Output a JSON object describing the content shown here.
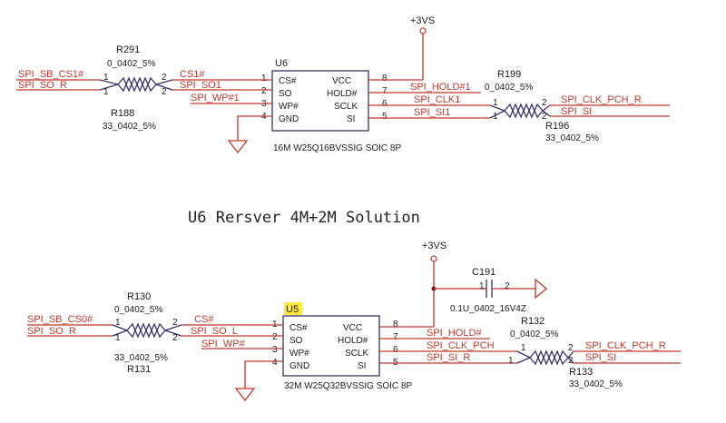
{
  "power_label": "+3VS",
  "top": {
    "chip_ref": "U6",
    "chip_part": "16M W25Q16BVSSIG SOIC 8P",
    "left_pins": [
      {
        "num": "1",
        "name": "CS#"
      },
      {
        "num": "2",
        "name": "SO"
      },
      {
        "num": "3",
        "name": "WP#"
      },
      {
        "num": "4",
        "name": "GND"
      }
    ],
    "right_pins": [
      {
        "num": "8",
        "name": "VCC"
      },
      {
        "num": "7",
        "name": "HOLD#"
      },
      {
        "num": "6",
        "name": "SCLK"
      },
      {
        "num": "5",
        "name": "SI"
      }
    ],
    "nets_left_outer": [
      "SPI_SB_CS1#",
      "SPI_SO_R"
    ],
    "nets_left_inner": [
      "CS1#",
      "SPI_SO1",
      "SPI_WP#1"
    ],
    "nets_right_inner": [
      "SPI_HOLD#1",
      "SPI_CLK1",
      "SPI_SI1"
    ],
    "nets_right_outer": [
      "SPI_CLK_PCH_R",
      "SPI_SI"
    ],
    "res_left_a": {
      "ref": "R291",
      "value": "0_0402_5%",
      "pin1": "1",
      "pin2": "2"
    },
    "res_left_b": {
      "ref": "R188",
      "value": "33_0402_5%",
      "pin1": "1",
      "pin2": "2"
    },
    "res_right_a": {
      "ref": "R199",
      "value": "0_0402_5%",
      "pin1": "1",
      "pin2": "2"
    },
    "res_right_b": {
      "ref": "R196",
      "value": "33_0402_5%",
      "pin1": "1",
      "pin2": "2"
    }
  },
  "middle_title": "U6 Rersver 4M+2M Solution",
  "bottom": {
    "chip_ref": "U5",
    "chip_part": "32M W25Q32BVSSIG SOIC 8P",
    "left_pins": [
      {
        "num": "1",
        "name": "CS#"
      },
      {
        "num": "2",
        "name": "SO"
      },
      {
        "num": "3",
        "name": "WP#"
      },
      {
        "num": "4",
        "name": "GND"
      }
    ],
    "right_pins": [
      {
        "num": "8",
        "name": "VCC"
      },
      {
        "num": "7",
        "name": "HOLD#"
      },
      {
        "num": "6",
        "name": "SCLK"
      },
      {
        "num": "5",
        "name": "SI"
      }
    ],
    "nets_left_outer": [
      "SPI_SB_CS0#",
      "SPI_SO_R"
    ],
    "nets_left_inner": [
      "CS#",
      "SPI_SO_L",
      "SPI_WP#"
    ],
    "nets_right_inner": [
      "SPI_HOLD#",
      "SPI_CLK_PCH",
      "SPI_SI_R"
    ],
    "nets_right_outer": [
      "SPI_CLK_PCH_R",
      "SPI_SI"
    ],
    "res_left_a": {
      "ref": "R130",
      "value": "0_0402_5%",
      "pin1": "1",
      "pin2": "2"
    },
    "res_left_b": {
      "ref": "R131",
      "value": "33_0402_5%",
      "pin1": "1",
      "pin2": "2"
    },
    "res_right_a": {
      "ref": "R132",
      "value": "0_0402_5%",
      "pin1": "1",
      "pin2": "2"
    },
    "res_right_b": {
      "ref": "R133",
      "value": "33_0402_5%",
      "pin1": "1",
      "pin2": "2"
    },
    "cap": {
      "ref": "C191",
      "value": "0.1U_0402_16V4Z",
      "pin1": "1",
      "pin2": "2"
    }
  },
  "colors": {
    "net": "#c0392b",
    "body": "#3a2f6b",
    "highlight": "#ffeb3b"
  }
}
